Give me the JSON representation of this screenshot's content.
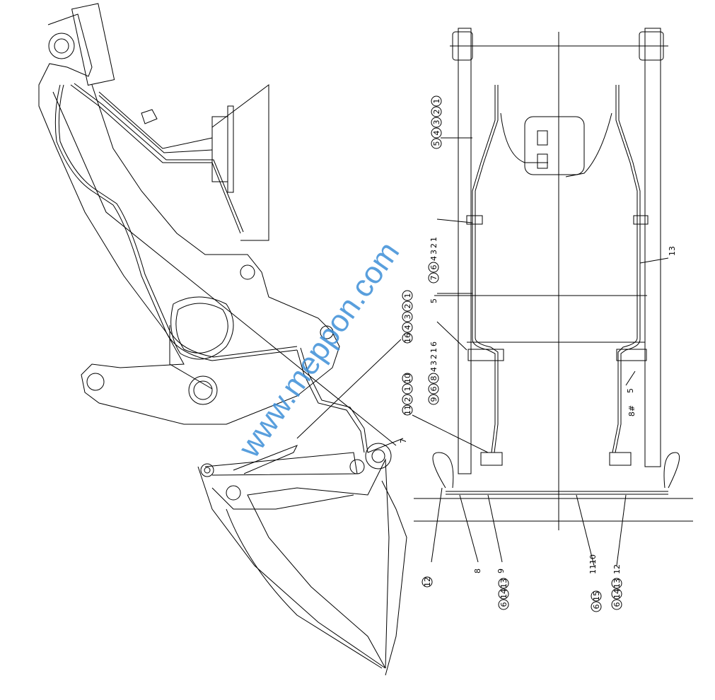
{
  "watermark": "www.meppon.com",
  "callouts": {
    "valve_top": [
      {
        "t": "5",
        "c": true
      },
      {
        "t": "4",
        "c": true
      },
      {
        "t": "3",
        "c": true
      },
      {
        "t": "2",
        "c": true
      },
      {
        "t": "1",
        "c": true
      }
    ],
    "left_upper": [
      {
        "t": "7",
        "c": true
      },
      {
        "t": "6",
        "c": true
      },
      {
        "t": "4",
        "c": false
      },
      {
        "t": "3",
        "c": false
      },
      {
        "t": "2",
        "c": false
      },
      {
        "t": "1",
        "c": false
      }
    ],
    "left_mid": [
      {
        "t": "5",
        "c": false
      }
    ],
    "left_lower": [
      {
        "t": "9",
        "c": true
      },
      {
        "t": "6",
        "c": true
      },
      {
        "t": "8",
        "c": true
      },
      {
        "t": "4",
        "c": false
      },
      {
        "t": "3",
        "c": false
      },
      {
        "t": "2",
        "c": false
      },
      {
        "t": "1",
        "c": false
      },
      {
        "t": "6",
        "c": false
      }
    ],
    "boom_upper": [
      {
        "t": "16",
        "c": true
      },
      {
        "t": "4",
        "c": true
      },
      {
        "t": "3",
        "c": true
      },
      {
        "t": "2",
        "c": true
      },
      {
        "t": "1",
        "c": true
      }
    ],
    "boom_lower": [
      {
        "t": "11",
        "c": true
      },
      {
        "t": "2",
        "c": true
      },
      {
        "t": "1",
        "c": true
      },
      {
        "t": "10",
        "c": true
      }
    ],
    "cylinder": [
      {
        "t": "7",
        "c": false
      }
    ],
    "right_pipe": [
      {
        "t": "13",
        "c": false
      }
    ],
    "right_clamp": [
      {
        "t": "5",
        "c": false
      }
    ],
    "right_bolt": [
      {
        "t": "8#",
        "c": false
      }
    ],
    "bottom_loop_left": [
      {
        "t": "12",
        "c": true
      }
    ],
    "bottom_8": [
      {
        "t": "8",
        "c": false
      }
    ],
    "bottom_9": [
      {
        "t": "9",
        "c": false
      }
    ],
    "bottom_left_fit": [
      {
        "t": "6",
        "c": true
      },
      {
        "t": "14",
        "c": true
      },
      {
        "t": "13",
        "c": true
      }
    ],
    "bottom_11_10": [
      {
        "t": "11",
        "c": false
      },
      {
        "t": "10",
        "c": false
      }
    ],
    "bottom_mid_fit": [
      {
        "t": "6",
        "c": true
      },
      {
        "t": "15",
        "c": true
      }
    ],
    "bottom_12": [
      {
        "t": "12",
        "c": false
      }
    ],
    "bottom_right_fit": [
      {
        "t": "6",
        "c": true
      },
      {
        "t": "14",
        "c": true
      },
      {
        "t": "13",
        "c": true
      }
    ]
  }
}
